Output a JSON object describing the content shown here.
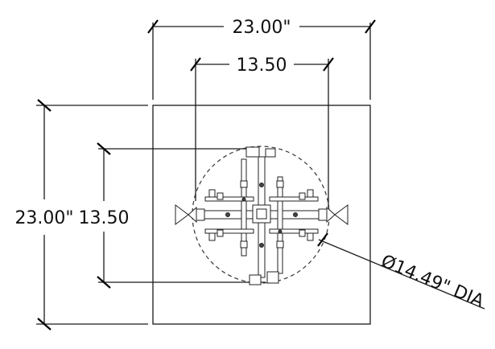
{
  "dimensions": {
    "outer_width": "23.00\"",
    "outer_height": "23.00\"",
    "inner_width": "13.50",
    "inner_height": "13.50",
    "diameter": "Ø14.49\" DIA"
  }
}
